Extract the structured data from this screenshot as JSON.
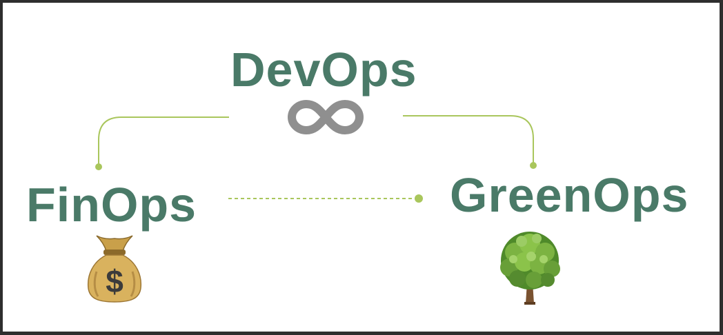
{
  "nodes": {
    "devops": {
      "label": "DevOps",
      "icon": "infinity-icon"
    },
    "finops": {
      "label": "FinOps",
      "icon": "money-bag-icon"
    },
    "greenops": {
      "label": "GreenOps",
      "icon": "tree-icon"
    }
  },
  "colors": {
    "label": "#4a7a68",
    "connector": "#a9c65c",
    "infinity": "#8f8f8f",
    "frame": "#2e2e2e",
    "background": "#ffffff"
  }
}
